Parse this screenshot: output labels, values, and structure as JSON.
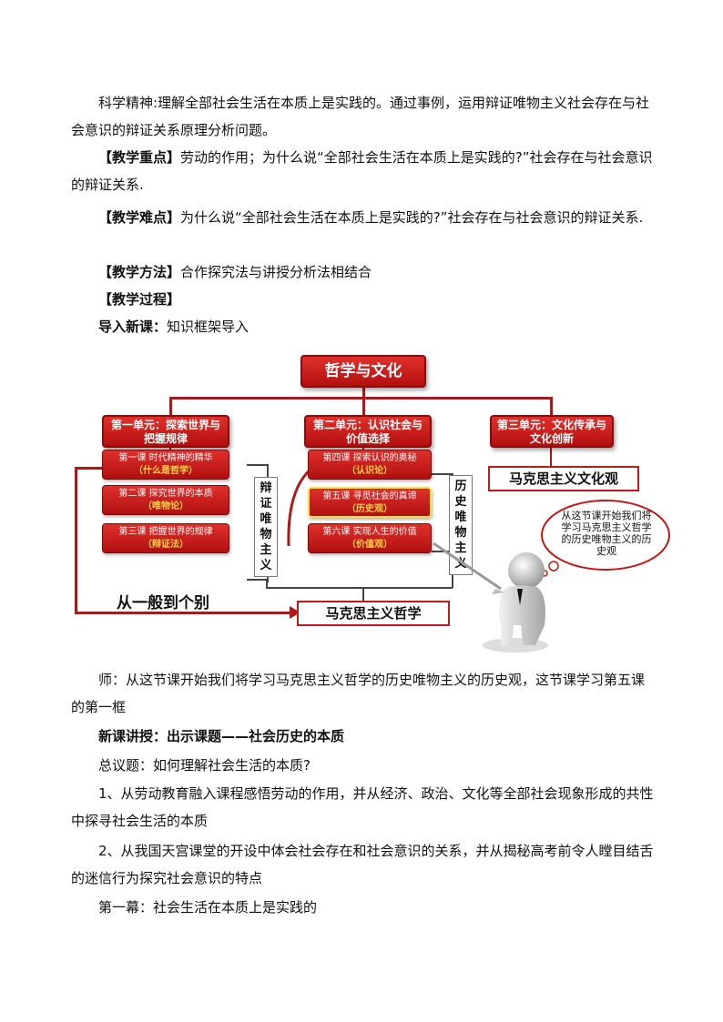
{
  "paragraphs": [
    {
      "id": "p1",
      "label": "",
      "text": "科学精神:理解全部社会生活在本质上是实践的。通过事例，运用辩证唯物主义社会存在与社会意识的辩证关系原理分析问题。"
    },
    {
      "id": "p2",
      "label": "【教学重点】",
      "text": "劳动的作用；为什么说“全部社会生活在本质上是实践的?”社会存在与社会意识的辩证关系."
    },
    {
      "id": "p3",
      "label": "【教学难点】",
      "text": "为什么说“全部社会生活在本质上是实践的?”社会存在与社会意识的辩证关系."
    },
    {
      "id": "p4",
      "label": "【教学方法】",
      "text": "合作探究法与讲授分析法相结合"
    },
    {
      "id": "p5",
      "label": "【教学过程】",
      "text": ""
    },
    {
      "id": "p6",
      "label": "导入新课：",
      "text": "知识框架导入"
    }
  ],
  "diagram": {
    "top": "哲学与文化",
    "unit1": "第一单元：探索世界与把握规律",
    "unit2": "第二单元：认识社会与价值选择",
    "unit3": "第三单元：文化传承与文化创新",
    "lesson1": {
      "title": "第一课 时代精神的精华",
      "sub": "（什么是哲学）"
    },
    "lesson2": {
      "title": "第二课 探究世界的本质",
      "sub": "（唯物论）"
    },
    "lesson3": {
      "title": "第三课 把握世界的规律",
      "sub": "（辩证法）"
    },
    "lesson4": {
      "title": "第四课 探索认识的奥秘",
      "sub": "（认识论）"
    },
    "lesson5": {
      "title": "第五课 寻觅社会的真谛",
      "sub": "（历史观）"
    },
    "lesson6": {
      "title": "第六课 实现人生的价值",
      "sub": "（价值观）"
    },
    "dialectical": "辩证唯物主义",
    "historical": "历史唯物主义",
    "culture": "马克思主义文化观",
    "philosophy": "马克思主义哲学",
    "general": "从一般到个别",
    "bubble": "从这节课开始我们将学习马克思主义哲学的历史唯物主义的历史观"
  },
  "paragraphs2": [
    {
      "id": "q1",
      "label": "",
      "text": "师：从这节课开始我们将学习马克思主义哲学的历史唯物主义的历史观，这节课学习第五课的第一框"
    },
    {
      "id": "q2",
      "label": "新课讲授：出示课题——社会历史的本质",
      "text": ""
    },
    {
      "id": "q3",
      "label": "",
      "text": "总议题：如何理解社会生活的本质?"
    },
    {
      "id": "q4",
      "label": "",
      "text": "1、从劳动教育融入课程感悟劳动的作用，并从经济、政治、文化等全部社会现象形成的共性中探寻社会生活的本质"
    },
    {
      "id": "q5",
      "label": "",
      "text": "2、从我国天宫课堂的开设中体会社会存在和社会意识的关系，并从揭秘高考前令人瞠目结舌的迷信行为探究社会意识的特点"
    },
    {
      "id": "q6",
      "label": "",
      "text": "第一幕：社会生活在本质上是实践的"
    }
  ]
}
